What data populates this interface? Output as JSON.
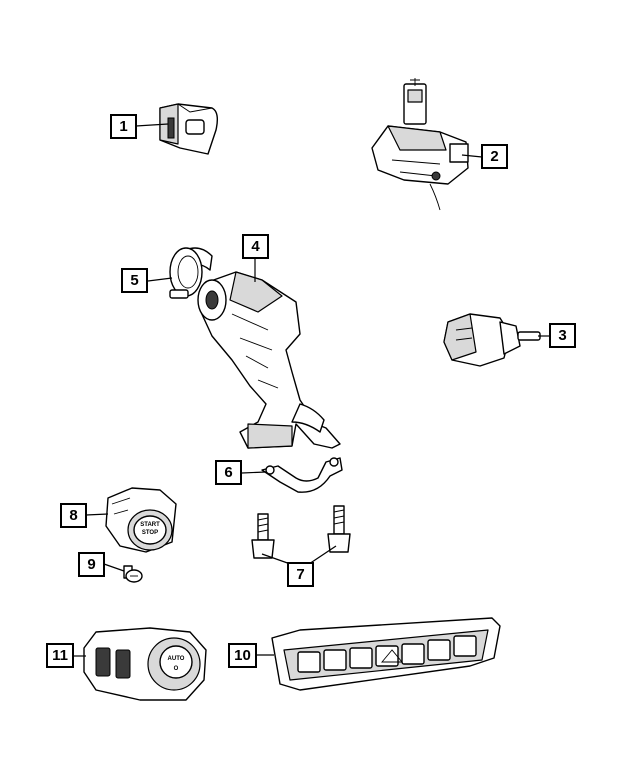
{
  "callouts": [
    {
      "id": "1",
      "label": "1"
    },
    {
      "id": "2",
      "label": "2"
    },
    {
      "id": "3",
      "label": "3"
    },
    {
      "id": "4",
      "label": "4"
    },
    {
      "id": "5",
      "label": "5"
    },
    {
      "id": "6",
      "label": "6"
    },
    {
      "id": "7",
      "label": "7"
    },
    {
      "id": "8",
      "label": "8"
    },
    {
      "id": "9",
      "label": "9"
    },
    {
      "id": "10",
      "label": "10"
    },
    {
      "id": "11",
      "label": "11"
    }
  ],
  "part_markings": {
    "start_stop_line1": "START",
    "start_stop_line2": "STOP",
    "headlamp_auto": "AUTO",
    "headlamp_off": "O"
  },
  "colors": {
    "ink": "#000000",
    "paper": "#ffffff",
    "shade": "#d9d9d9",
    "dark": "#3a3a3a"
  }
}
